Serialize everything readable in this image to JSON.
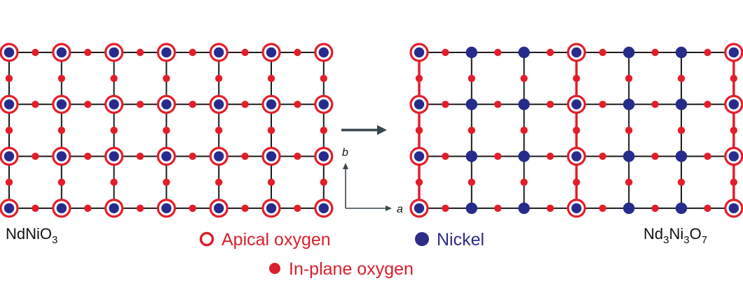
{
  "colors": {
    "red": "#e31e2a",
    "blue": "#262b8c",
    "line": "#1a1a1a",
    "arrow": "#37464f",
    "legend_red": "#d9202c",
    "legend_blue": "#2d2d88"
  },
  "left_formula": {
    "main": "NdNiO",
    "sub": "3"
  },
  "right_formula": {
    "p1": "Nd",
    "s1": "3",
    "p2": "Ni",
    "s2": "3",
    "p3": "O",
    "s3": "7"
  },
  "legend": {
    "apical": "Apical oxygen",
    "nickel": "Nickel",
    "inplane": "In-plane oxygen"
  },
  "axes": {
    "a": "a",
    "b": "b"
  },
  "lattice": {
    "rows": 4,
    "cols": 7,
    "left_apical_columns": [
      0,
      1,
      2,
      3,
      4,
      5,
      6
    ],
    "right_apical_columns": [
      0,
      3,
      6
    ]
  }
}
